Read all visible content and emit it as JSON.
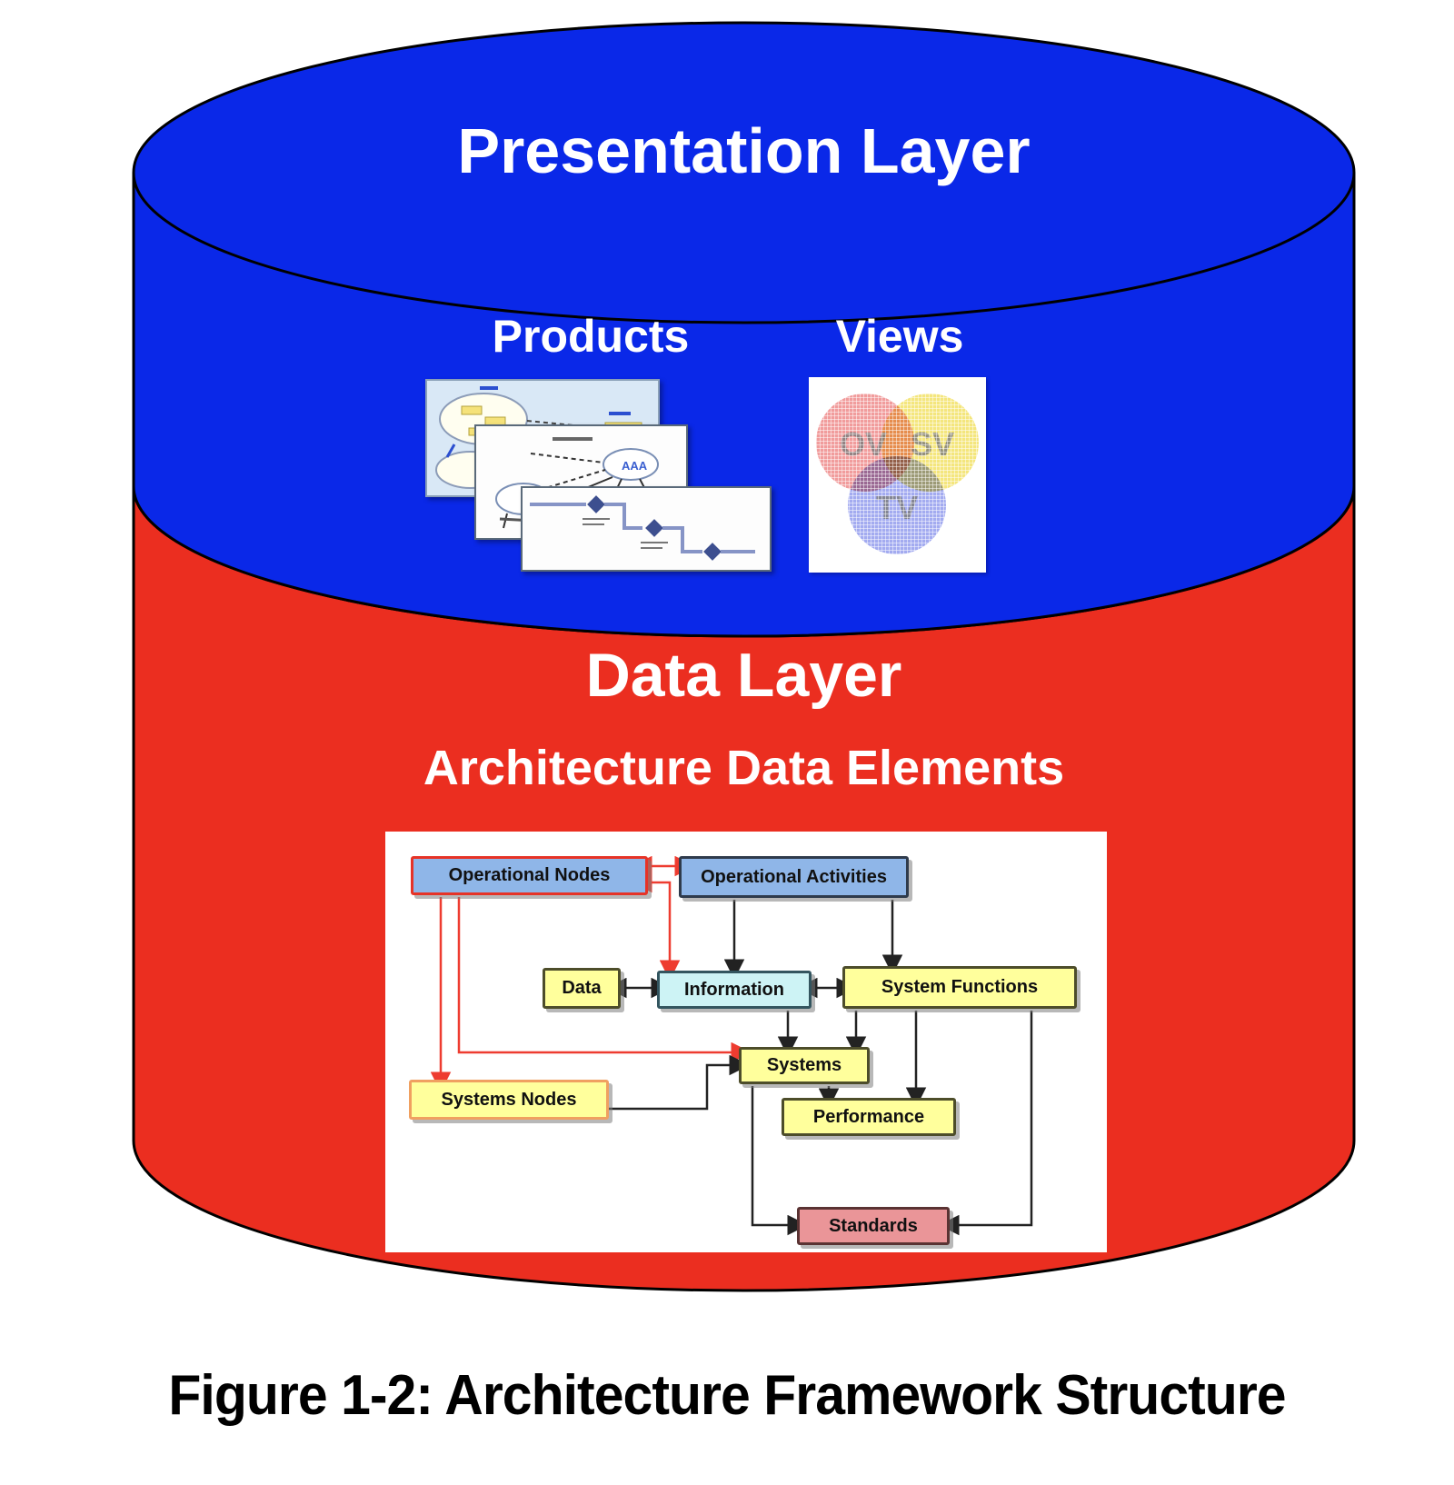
{
  "figure": {
    "caption": "Figure 1-2:  Architecture Framework Structure"
  },
  "presentation_layer": {
    "title": "Presentation Layer",
    "color": "#0a28e8",
    "products": {
      "label": "Products"
    },
    "views": {
      "label": "Views",
      "venn": {
        "circles": [
          {
            "label": "OV",
            "color": "#e86060"
          },
          {
            "label": "SV",
            "color": "#f0dc46"
          },
          {
            "label": "TV",
            "color": "#6a78e6"
          }
        ]
      }
    }
  },
  "data_layer": {
    "title": "Data Layer",
    "subtitle": "Architecture Data Elements",
    "color": "#eb2e20",
    "diagram": {
      "nodes": [
        {
          "label": "Operational Nodes"
        },
        {
          "label": "Operational Activities"
        },
        {
          "label": "Data"
        },
        {
          "label": "Information"
        },
        {
          "label": "System Functions"
        },
        {
          "label": "Systems"
        },
        {
          "label": "Systems Nodes"
        },
        {
          "label": "Performance"
        },
        {
          "label": "Standards"
        }
      ]
    }
  }
}
